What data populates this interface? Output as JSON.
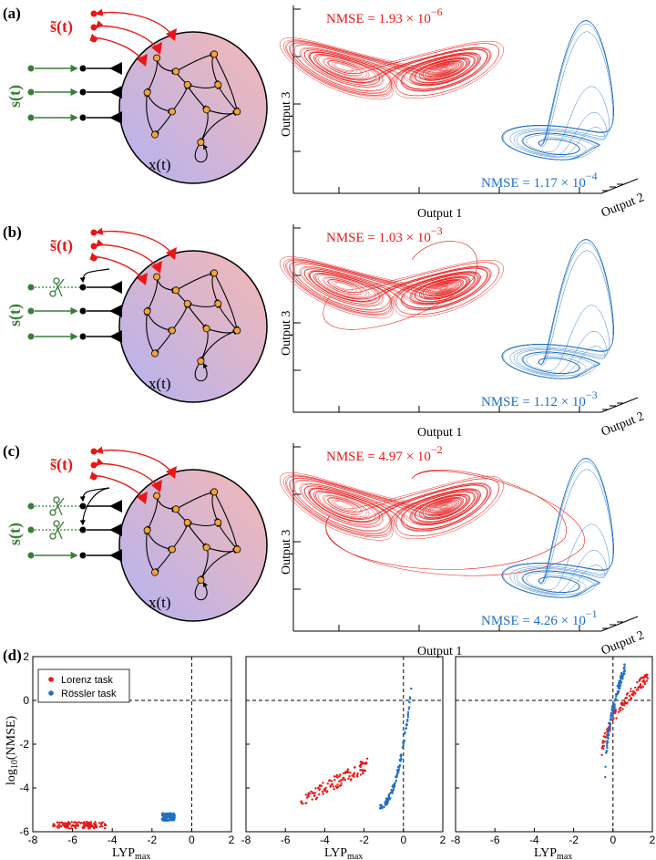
{
  "panels": [
    {
      "label": "(a)",
      "nmse_lorenz": "NMSE = 1.93 × 10",
      "nmse_lorenz_exp": "−6",
      "nmse_rossler": "NMSE = 1.17 × 10",
      "nmse_rossler_exp": "−4",
      "cut_inputs": 0
    },
    {
      "label": "(b)",
      "nmse_lorenz": "NMSE = 1.03 × 10",
      "nmse_lorenz_exp": "−3",
      "nmse_rossler": "NMSE = 1.12 × 10",
      "nmse_rossler_exp": "−3",
      "cut_inputs": 1
    },
    {
      "label": "(c)",
      "nmse_lorenz": "NMSE = 4.97 × 10",
      "nmse_lorenz_exp": "−2",
      "nmse_rossler": "NMSE = 4.26 × 10",
      "nmse_rossler_exp": "−1",
      "cut_inputs": 2
    }
  ],
  "network": {
    "input_symbol": "s(t)",
    "output_symbol": "s̃(t)",
    "state_symbol": "x(t)"
  },
  "axes3d": {
    "x": "Output 1",
    "y": "Output 2",
    "z": "Output 3"
  },
  "panel_d_label": "(d)",
  "colors": {
    "lorenz": "#e81717",
    "rossler": "#1f6fc5",
    "input": "#3a7d3a",
    "node": "#f2a33a"
  },
  "chart_data": [
    {
      "type": "scatter",
      "xlabel": "LYP",
      "xlabel_sub": "max",
      "ylabel": "log",
      "ylabel_sub": "10",
      "ylabel_tail": "(NMSE)",
      "xlim": [
        -8,
        2
      ],
      "ylim": [
        -6,
        2
      ],
      "xticks": [
        "-8",
        "-6",
        "-4",
        "-2",
        "0",
        "2"
      ],
      "yticks": [
        "-6",
        "-4",
        "-2",
        "0",
        "2"
      ],
      "legend": [
        "Lorenz task",
        "Rössler task"
      ],
      "legend_loc": "top-left",
      "series": [
        {
          "name": "Lorenz task",
          "cluster": {
            "x": [
              -7,
              -4.3
            ],
            "y": [
              -5.85,
              -5.55
            ]
          }
        },
        {
          "name": "Rössler task",
          "cluster": {
            "x": [
              -1.5,
              -0.85
            ],
            "y": [
              -5.5,
              -5.15
            ]
          }
        }
      ]
    },
    {
      "type": "scatter",
      "xlabel": "LYP",
      "xlabel_sub": "max",
      "xlim": [
        -8,
        2
      ],
      "ylim": [
        -6,
        2
      ],
      "xticks": [
        "-8",
        "-6",
        "-4",
        "-2",
        "0",
        "2"
      ],
      "series": [
        {
          "name": "Lorenz task",
          "cluster": {
            "x": [
              -5.2,
              -1.8
            ],
            "y": [
              -4.6,
              -2.5
            ]
          }
        },
        {
          "name": "Rössler task",
          "cluster": {
            "x": [
              -1.2,
              0.4
            ],
            "y": [
              -4.8,
              0.5
            ]
          }
        }
      ]
    },
    {
      "type": "scatter",
      "xlabel": "LYP",
      "xlabel_sub": "max",
      "xlim": [
        -8,
        2
      ],
      "ylim": [
        -6,
        2
      ],
      "xticks": [
        "-8",
        "-6",
        "-4",
        "-2",
        "0",
        "2"
      ],
      "series": [
        {
          "name": "Lorenz task",
          "cluster": {
            "x": [
              -0.6,
              1.8
            ],
            "y": [
              -2.8,
              1.1
            ]
          }
        },
        {
          "name": "Rössler task",
          "cluster": {
            "x": [
              -0.4,
              0.6
            ],
            "y": [
              -3.6,
              1.5
            ]
          }
        }
      ]
    }
  ]
}
